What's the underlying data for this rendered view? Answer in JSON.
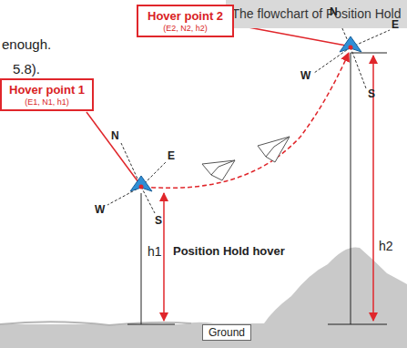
{
  "diagram": {
    "nodes": [
      {
        "text": [
          "The flowchart of Position Hold"
        ]
      },
      {
        "text": [
          "Hover point 2",
          "(E2, N2, h2)"
        ]
      },
      {
        "text": [
          "Hover point 1",
          "(E1, N1, h1)"
        ]
      },
      {
        "text": [
          "Ground"
        ]
      }
    ],
    "labels": [
      "enough.",
      "5.8).",
      "N",
      "E",
      "W",
      "S",
      "N",
      "E",
      "W",
      "S",
      "h1",
      "Position Hold hover",
      "h2"
    ]
  }
}
